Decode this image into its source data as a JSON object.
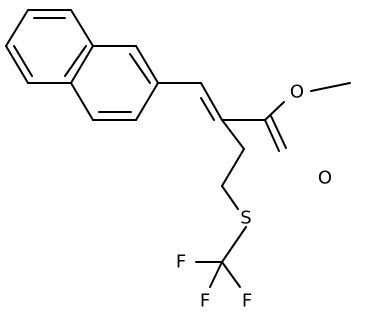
{
  "structure": {
    "atoms": {
      "ring_oxygen": "O",
      "carbonyl_oxygen": "O",
      "sulfur": "S",
      "fluorine_1": "F",
      "fluorine_2": "F",
      "fluorine_3": "F"
    }
  },
  "colors": {
    "bond": "#000000",
    "label": "#000000",
    "background": "#ffffff"
  }
}
